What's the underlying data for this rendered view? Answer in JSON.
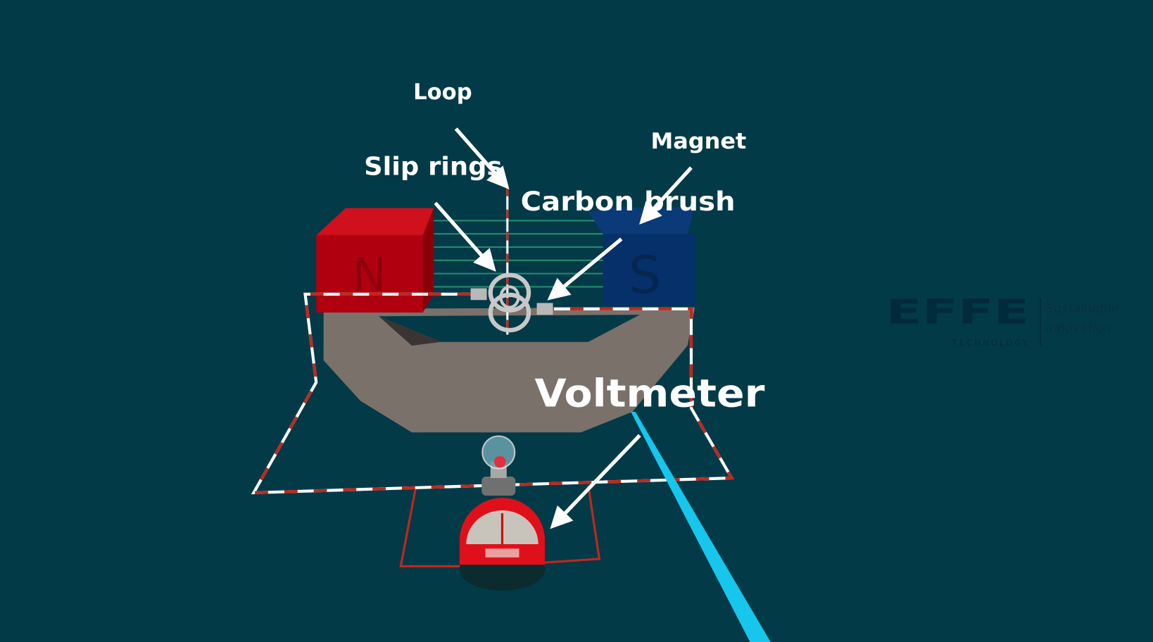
{
  "scene": {
    "background_color": "#023a47",
    "labels": {
      "loop": "Loop",
      "slip_rings": "Slip rings",
      "magnet": "Magnet",
      "carbon_brush": "Carbon brush",
      "voltmeter": "Voltmeter"
    },
    "magnet_poles": {
      "north": "N",
      "south": "S"
    },
    "colors": {
      "north_pole": "#b00010",
      "south_pole": "#06306a",
      "horseshoe": "#7a716a",
      "pointer_beam": "#16c6ec",
      "field_lines": "#2fa07a"
    }
  },
  "logo": {
    "brand": "EFFE",
    "sub": "TECHNOLOGY",
    "tagline_1": "Sustainable",
    "tagline_2": "innovation"
  }
}
